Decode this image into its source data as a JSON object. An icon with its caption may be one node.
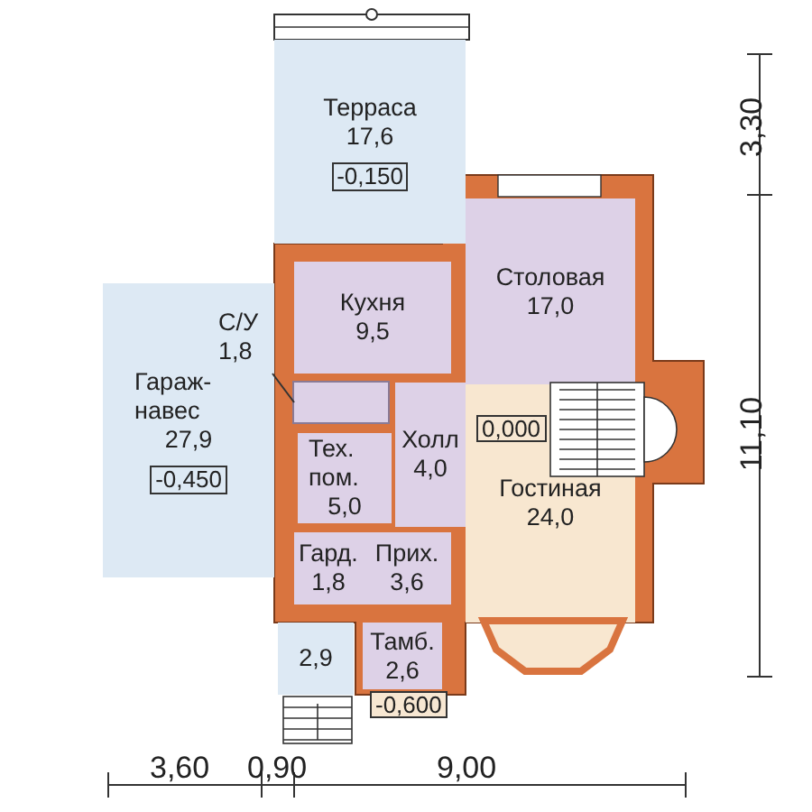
{
  "diagram": {
    "nodes": [
      {
        "text": [
          "Терраса",
          "17,6",
          "-0,150"
        ]
      },
      {
        "text": [
          "Столовая",
          "17,0"
        ]
      },
      {
        "text": [
          "Кухня",
          "9,5"
        ]
      },
      {
        "text": [
          "Гараж- навес",
          "27,9",
          "-0,450"
        ]
      },
      {
        "text": [
          "С/У",
          "1,8"
        ],
        "in": 3
      },
      {
        "text": [],
        "shape": "box"
      },
      {
        "text": [
          "Тех. пом.",
          "5,0"
        ]
      },
      {
        "text": [
          "Холл",
          "4,0"
        ]
      },
      {
        "text": [
          "Гостиная",
          "24,0"
        ]
      },
      {
        "text": [
          "Гард.",
          "1,8"
        ]
      },
      {
        "text": [
          "Прих.",
          "3,6"
        ]
      },
      {
        "text": [
          "2,9"
        ]
      },
      {
        "text": [
          "Тамб.",
          "2,6"
        ]
      }
    ],
    "edges": [
      {
        "from": 4,
        "to": 5,
        "arrow": "none"
      }
    ],
    "labels": [
      "3,30",
      "0,000",
      "11,10",
      "-0,600",
      "3,60",
      "0,90",
      "9,00"
    ]
  }
}
